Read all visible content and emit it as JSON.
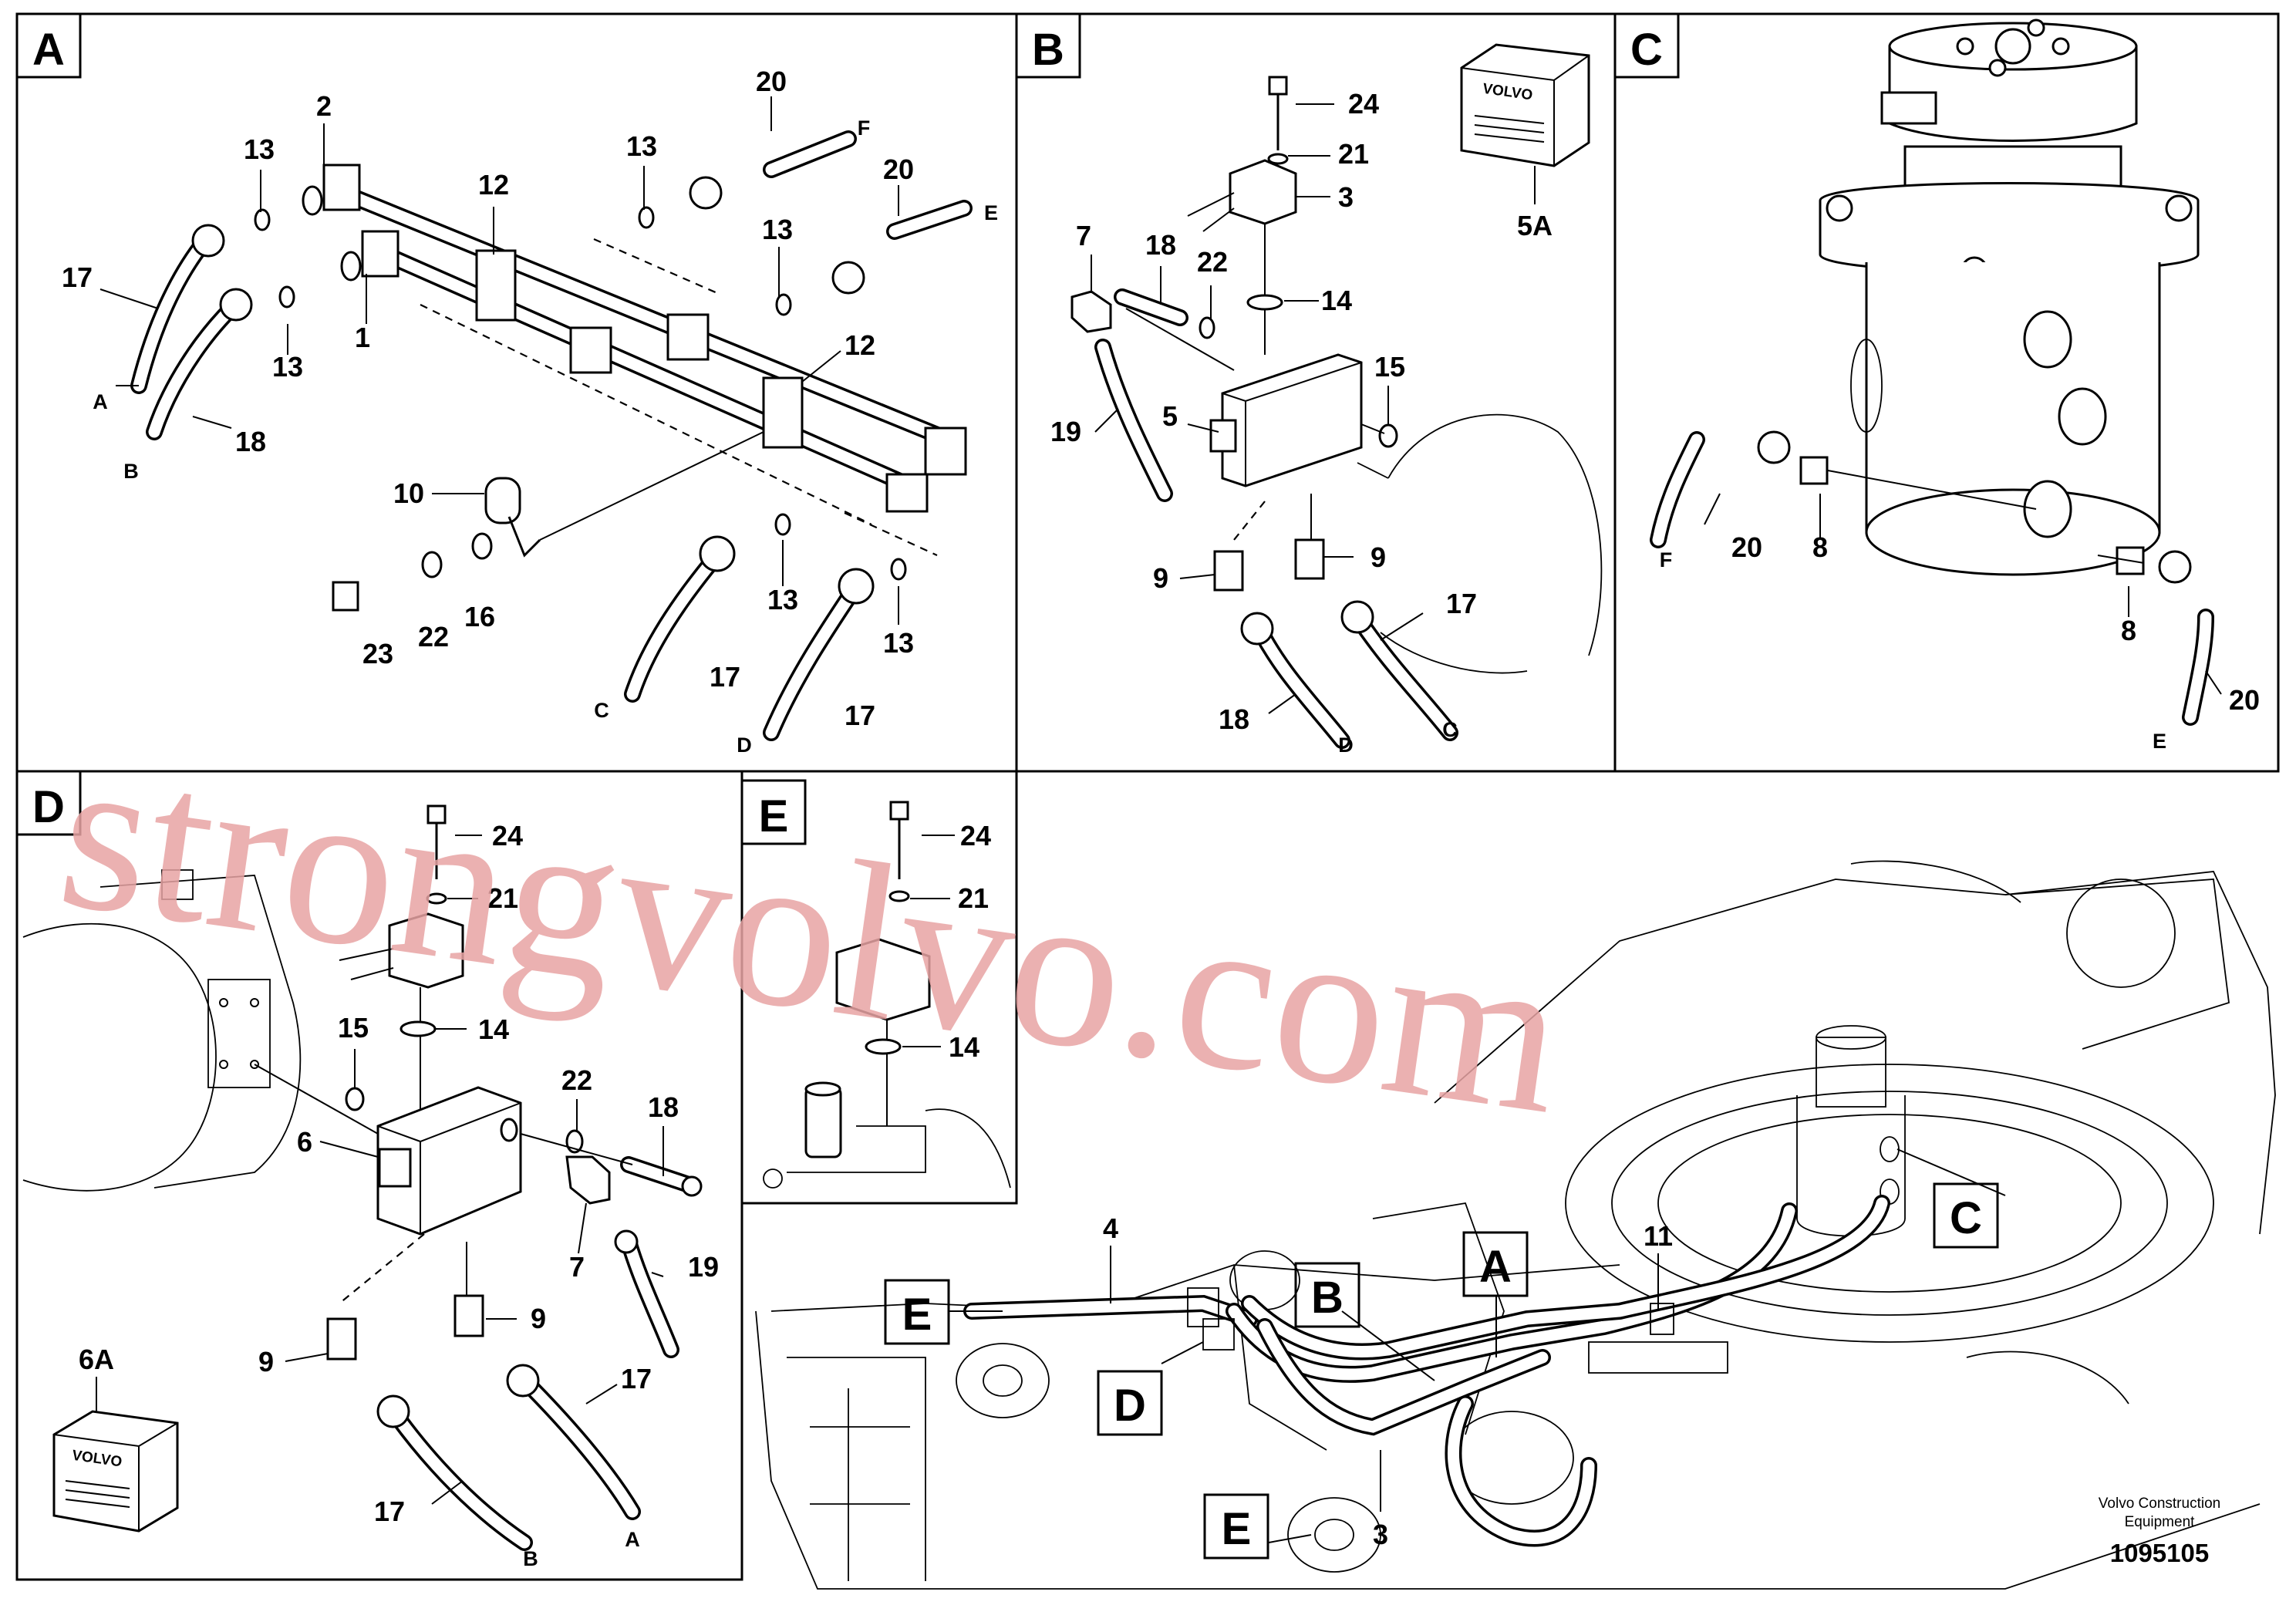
{
  "panels": {
    "A": {
      "label": "A",
      "callouts": {
        "c2": "2",
        "c13a": "13",
        "c13b": "13",
        "c17a": "17",
        "c18": "18",
        "c12a": "12",
        "c1": "1",
        "c12b": "12",
        "c20a": "20",
        "c20b": "20",
        "c13c": "13",
        "c13d": "13",
        "c10": "10",
        "c23": "23",
        "c22": "22",
        "c16": "16",
        "c13e": "13",
        "c13f": "13",
        "c17b": "17",
        "c17c": "17"
      },
      "ends": {
        "A": "A",
        "B": "B",
        "C": "C",
        "D": "D",
        "E": "E",
        "F": "F"
      }
    },
    "B": {
      "label": "B",
      "callouts": {
        "c24": "24",
        "c21": "21",
        "c3": "3",
        "c7": "7",
        "c18a": "18",
        "c22": "22",
        "c14": "14",
        "c15": "15",
        "c5": "5",
        "c19": "19",
        "c9a": "9",
        "c9b": "9",
        "c17": "17",
        "c18b": "18",
        "c5A": "5A"
      },
      "ends": {
        "C": "C",
        "D": "D"
      }
    },
    "C": {
      "label": "C",
      "callouts": {
        "c20a": "20",
        "c8a": "8",
        "c8b": "8",
        "c20b": "20"
      },
      "ends": {
        "F": "F",
        "E": "E"
      }
    },
    "D": {
      "label": "D",
      "callouts": {
        "c24": "24",
        "c21": "21",
        "c14": "14",
        "c15": "15",
        "c22": "22",
        "c18": "18",
        "c6": "6",
        "c7": "7",
        "c19": "19",
        "c9a": "9",
        "c9b": "9",
        "c17a": "17",
        "c17b": "17",
        "c6A": "6A"
      },
      "ends": {
        "A": "A",
        "B": "B"
      }
    },
    "E": {
      "label": "E",
      "callouts": {
        "c24": "24",
        "c21": "21",
        "c14": "14"
      }
    }
  },
  "overview": {
    "callouts": {
      "c4": "4",
      "c11": "11",
      "c3": "3"
    },
    "boxes": {
      "E1": "E",
      "D": "D",
      "B": "B",
      "A": "A",
      "C": "C",
      "E2": "E"
    }
  },
  "label_text": {
    "volvo": "VOLVO"
  },
  "watermark": "strongvolvo.com",
  "footer": {
    "brand_line1": "Volvo Construction",
    "brand_line2": "Equipment",
    "part_number": "1095105"
  },
  "colors": {
    "line": "#000000",
    "watermark": "#e8a4a4",
    "background": "#ffffff"
  }
}
